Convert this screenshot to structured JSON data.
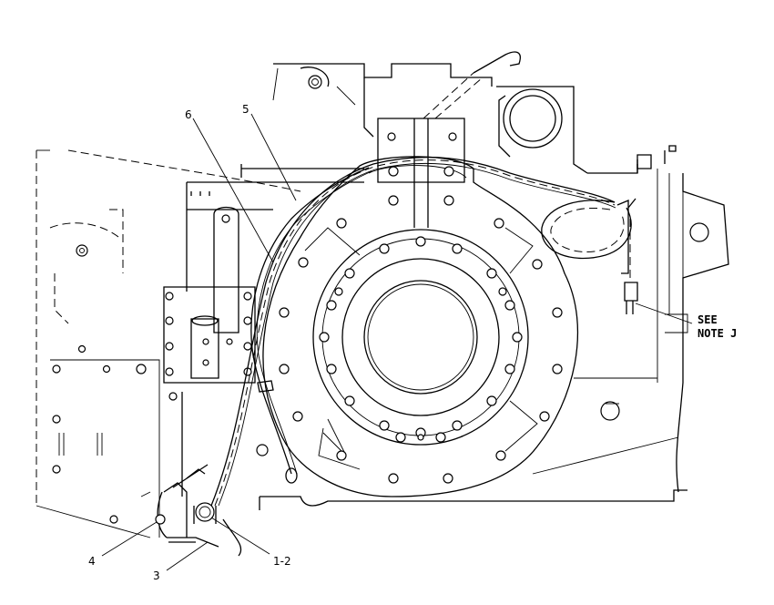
{
  "callouts": {
    "c1": "1-2",
    "c3": "3",
    "c4": "4",
    "c5": "5",
    "c6": "6"
  },
  "note": {
    "line1": "SEE",
    "line2": "NOTE J"
  }
}
